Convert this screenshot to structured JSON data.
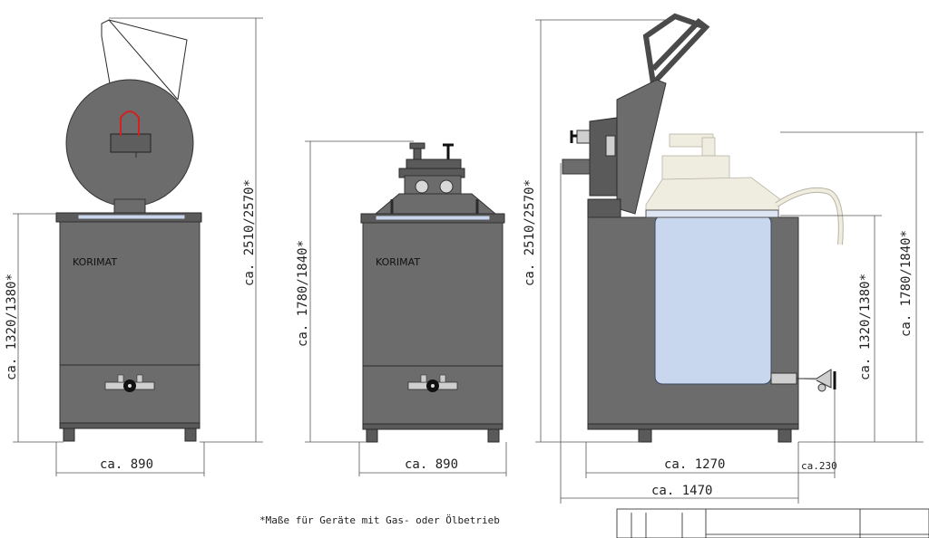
{
  "front_view": {
    "brand": "KORIMAT",
    "dim_height_total": "ca. 2510/2570*",
    "dim_height_body": "ca. 1320/1380*",
    "dim_width": "ca. 890"
  },
  "front_view_closed": {
    "brand": "KORIMAT",
    "dim_height": "ca. 1780/1840*",
    "dim_width": "ca. 890"
  },
  "side_view": {
    "dim_height_total": "ca. 2510/2570*",
    "dim_height_body": "ca. 1320/1380*",
    "dim_height_closed": "ca. 1780/1840*",
    "dim_depth": "ca. 1270",
    "dim_outlet": "ca.230",
    "dim_depth_total": "ca. 1470"
  },
  "footnote": "*Maße für Geräte mit Gas- oder Ölbetrieb",
  "colors": {
    "body": "#6c6c6c",
    "vessel": "#c9d7ee",
    "lid_ghost": "#efece0",
    "red_handle": "#d42020"
  }
}
